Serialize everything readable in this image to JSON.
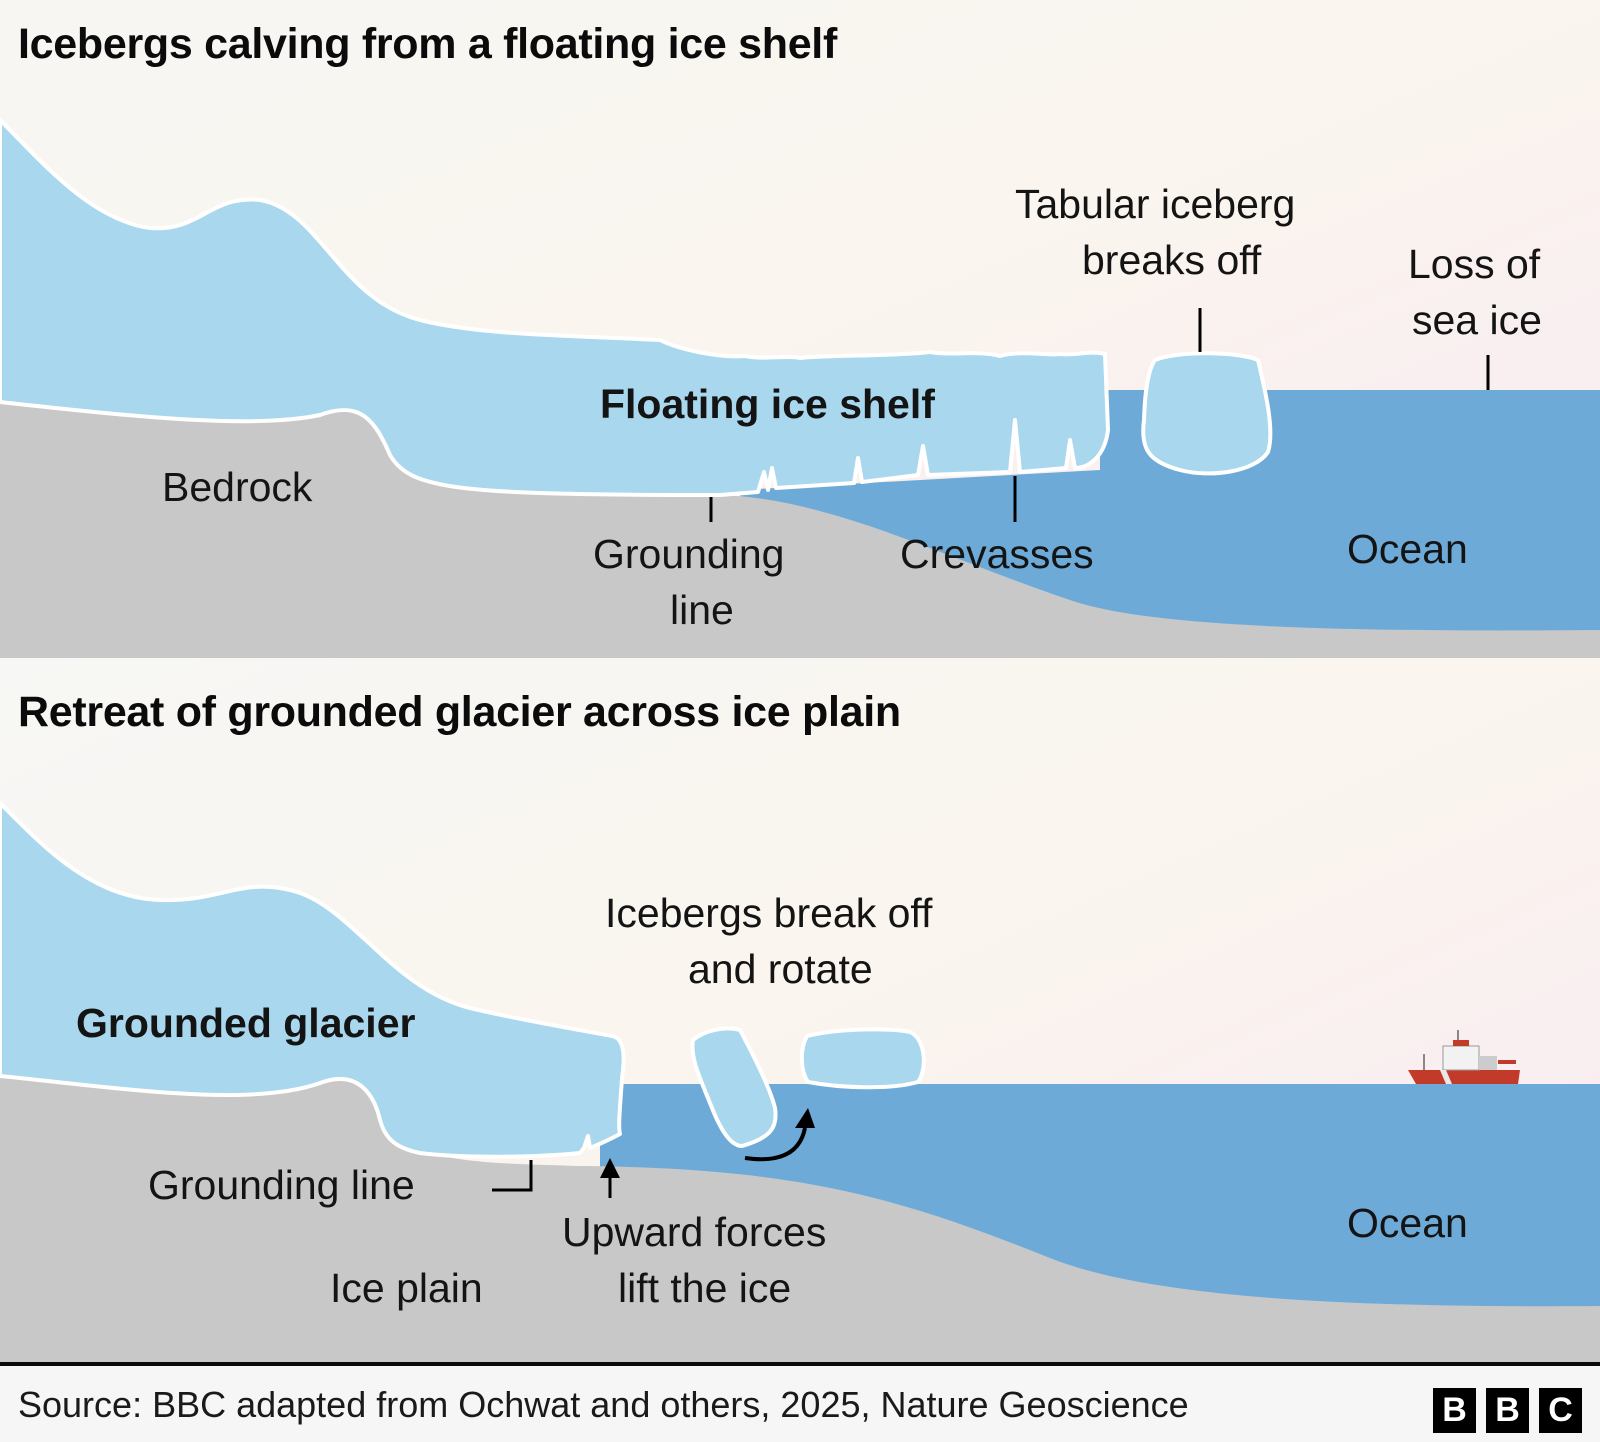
{
  "panel_top": {
    "title": "Icebergs calving from a floating ice shelf",
    "labels": {
      "floating_ice_shelf": "Floating ice shelf",
      "bedrock": "Bedrock",
      "tabular_iceberg_1": "Tabular iceberg",
      "tabular_iceberg_2": "breaks off",
      "loss_sea_ice_1": "Loss of",
      "loss_sea_ice_2": "sea ice",
      "grounding_line_1": "Grounding",
      "grounding_line_2": "line",
      "crevasses": "Crevasses",
      "ocean": "Ocean"
    }
  },
  "panel_bottom": {
    "title": "Retreat of grounded glacier across ice plain",
    "labels": {
      "grounded_glacier": "Grounded glacier",
      "icebergs_rotate_1": "Icebergs break off",
      "icebergs_rotate_2": "and rotate",
      "grounding_line": "Grounding line",
      "upward_forces_1": "Upward forces",
      "upward_forces_2": "lift the ice",
      "ice_plain": "Ice plain",
      "ocean": "Ocean"
    }
  },
  "footer": {
    "source": "Source: BBC adapted from Ochwat and others, 2025, Nature Geoscience",
    "logo": [
      "B",
      "B",
      "C"
    ]
  },
  "colors": {
    "ice": "#a8d7ee",
    "ocean": "#6eaad8",
    "bedrock": "#c8c8c8",
    "sky_top": "#f7f6f2",
    "sky_bottom": "#f8eaf2",
    "outline": "#ffffff",
    "ship_hull": "#c23b2a"
  }
}
